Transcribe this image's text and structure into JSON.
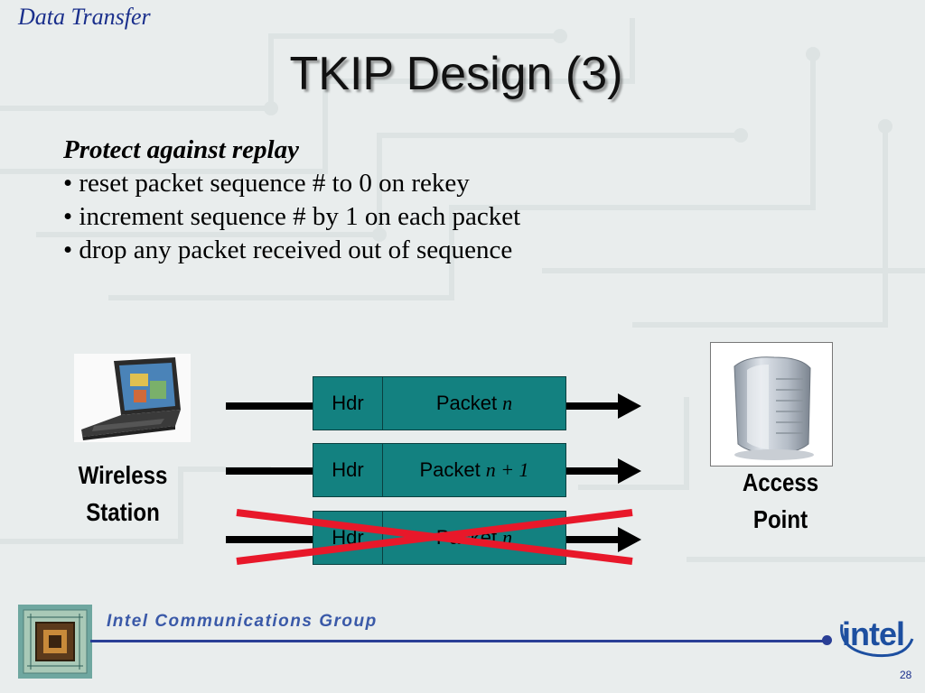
{
  "slide": {
    "section_label": "Data Transfer",
    "title": "TKIP Design (3)",
    "heading": "Protect against replay",
    "bullets": [
      "• reset packet sequence # to 0 on rekey",
      "• increment sequence # by 1 on each packet",
      "• drop any packet received out of sequence"
    ]
  },
  "diagram": {
    "station_label_line1": "Wireless",
    "station_label_line2": "Station",
    "ap_label_line1": "Access",
    "ap_label_line2": "Point",
    "packets": [
      {
        "hdr": "Hdr",
        "body": "Packet",
        "suffix": "n",
        "rejected": false
      },
      {
        "hdr": "Hdr",
        "body": "Packet",
        "suffix": "n + 1",
        "rejected": false
      },
      {
        "hdr": "Hdr",
        "body": "Packet",
        "suffix": "n",
        "rejected": true
      }
    ],
    "packet_color": "#138180",
    "reject_color": "#e8182a"
  },
  "footer": {
    "group": "Intel Communications Group",
    "logo_text": "intel",
    "page_number": "28"
  }
}
